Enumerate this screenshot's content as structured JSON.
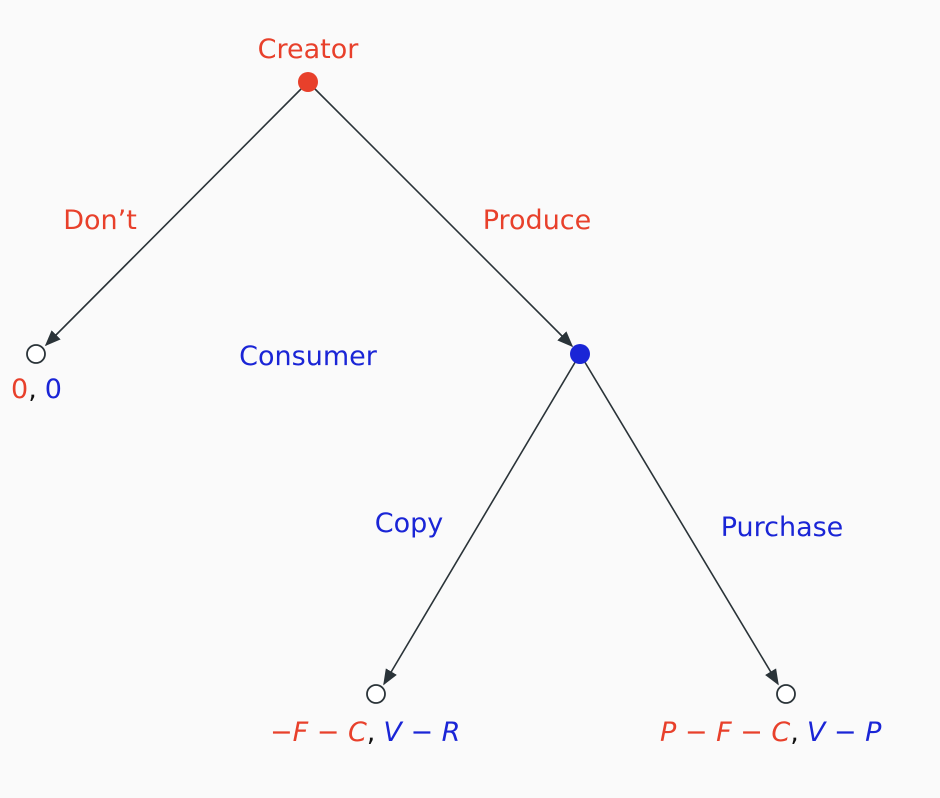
{
  "colors": {
    "creator": "#e8402b",
    "consumer": "#1a25d6",
    "edge": "#2a3338",
    "background": "#fafafa"
  },
  "players": {
    "creator": "Creator",
    "consumer": "Consumer"
  },
  "actions": {
    "dont": "Don’t",
    "produce": "Produce",
    "copy": "Copy",
    "purchase": "Purchase"
  },
  "payoffs": {
    "dont": {
      "creator": "0",
      "sep": ",",
      "consumer": "0"
    },
    "copy": {
      "creator_a": "−F − C",
      "creator_b": "",
      "sep": ",",
      "consumer": "V − R"
    },
    "purchase": {
      "creator": "P − F − C",
      "sep": ",",
      "consumer": "V − P"
    }
  }
}
